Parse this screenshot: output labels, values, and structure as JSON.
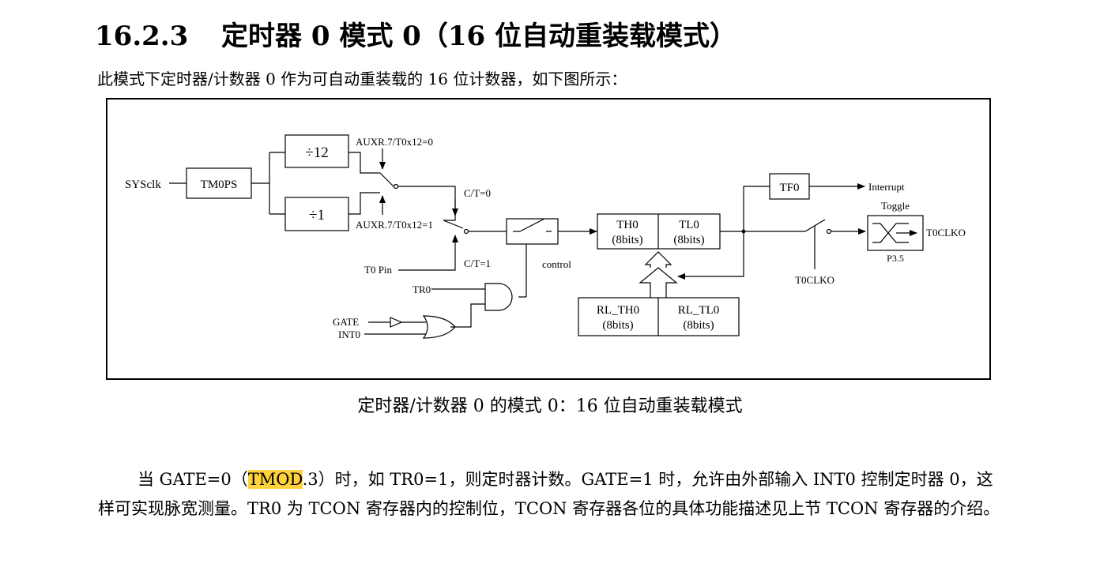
{
  "section": {
    "number": "16.2.3",
    "title": "定时器 0 模式 0（16 位自动重装载模式）"
  },
  "intro": "此模式下定时器/计数器 0 作为可自动重装载的 16 位计数器，如下图所示：",
  "diagram": {
    "sysclk": "SYSclk",
    "tm0ps": "TM0PS",
    "div12": "÷12",
    "div1": "÷1",
    "auxr_sel0": "AUXR.7/T0x12=0",
    "auxr_sel1": "AUXR.7/T0x12=1",
    "ct0": "C/T=0",
    "ct1": "C/T=1",
    "t0pin": "T0 Pin",
    "control": "control",
    "tr0": "TR0",
    "gate": "GATE",
    "int0": "INT0",
    "th0": "TH0",
    "th0_bits": "(8bits)",
    "tl0": "TL0",
    "tl0_bits": "(8bits)",
    "rl_th0": "RL_TH0",
    "rl_th0_bits": "(8bits)",
    "rl_tl0": "RL_TL0",
    "rl_tl0_bits": "(8bits)",
    "tf0": "TF0",
    "interrupt": "Interrupt",
    "toggle": "Toggle",
    "t0clko_out": "T0CLKO",
    "t0clko_ctrl": "T0CLKO",
    "p35": "P3.5"
  },
  "caption": "定时器/计数器 0 的模式 0：16 位自动重装载模式",
  "body": {
    "p1_before": "当 GATE=0（",
    "p1_highlight": "TMOD",
    "p1_after": ".3）时，如 TR0=1，则定时器计数。GATE=1 时，允许由外部输入 INT0 控制定时器 0，这样可实现脉宽测量。TR0 为 TCON 寄存器内的控制位，TCON 寄存器各位的具体功能描述见上节 TCON 寄存器的介绍。"
  }
}
